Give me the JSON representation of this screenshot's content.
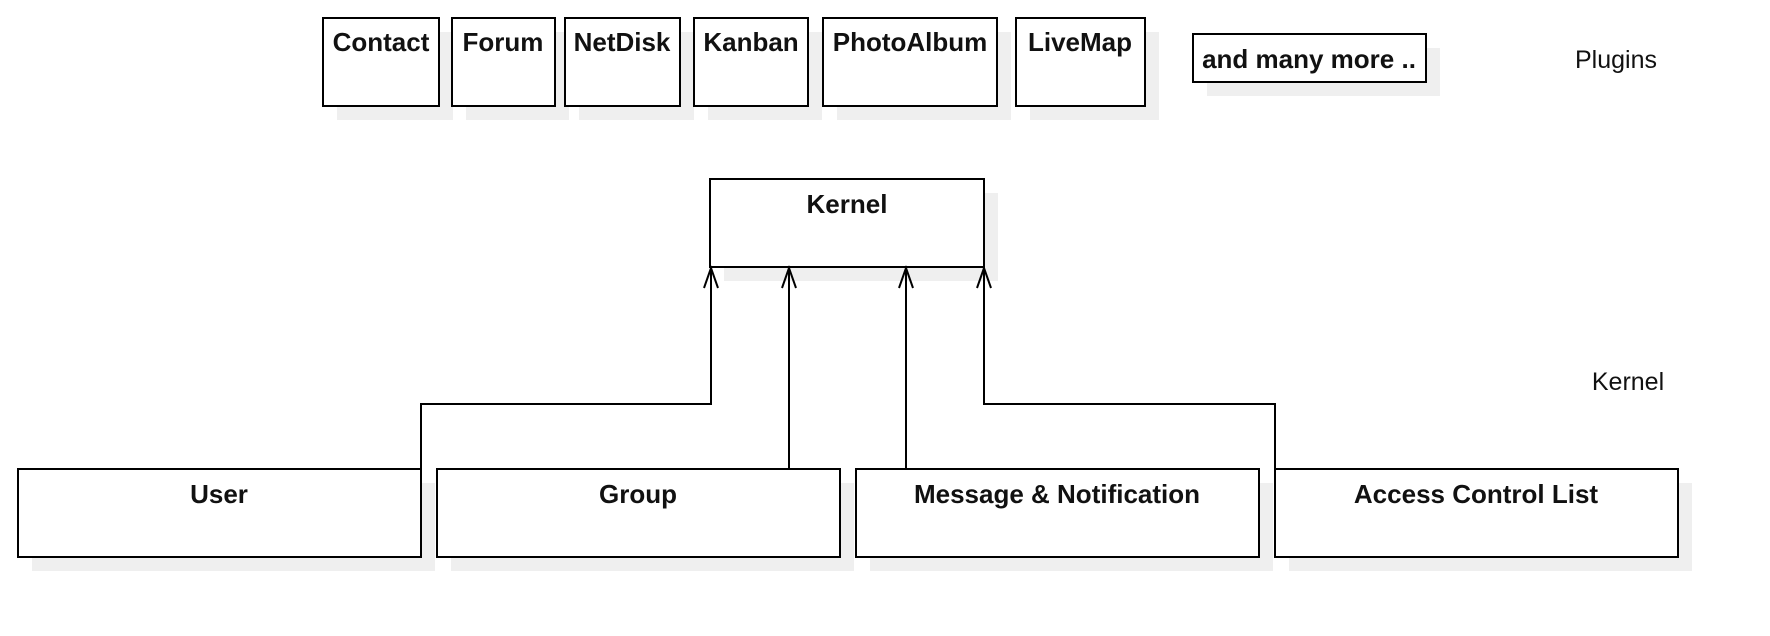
{
  "layers": {
    "plugins_label": "Plugins",
    "kernel_label": "Kernel"
  },
  "plugins": [
    {
      "id": "contact",
      "label": "Contact"
    },
    {
      "id": "forum",
      "label": "Forum"
    },
    {
      "id": "netdisk",
      "label": "NetDisk"
    },
    {
      "id": "kanban",
      "label": "Kanban"
    },
    {
      "id": "photoalbum",
      "label": "PhotoAlbum"
    },
    {
      "id": "livemap",
      "label": "LiveMap"
    },
    {
      "id": "more",
      "label": "and many more .."
    }
  ],
  "kernel": {
    "label": "Kernel"
  },
  "modules": [
    {
      "id": "user",
      "label": "User"
    },
    {
      "id": "group",
      "label": "Group"
    },
    {
      "id": "message",
      "label": "Message & Notification"
    },
    {
      "id": "acl",
      "label": "Access Control List"
    }
  ],
  "edges": [
    {
      "from": "user",
      "to": "kernel"
    },
    {
      "from": "group",
      "to": "kernel"
    },
    {
      "from": "message",
      "to": "kernel"
    },
    {
      "from": "acl",
      "to": "kernel"
    }
  ]
}
